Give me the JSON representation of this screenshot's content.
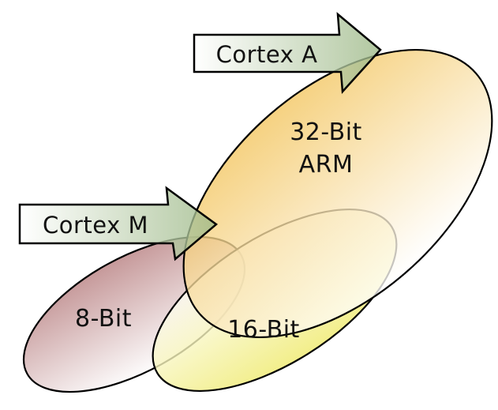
{
  "figure": {
    "background": "#ffffff",
    "outline_color": "#000000",
    "text_color": "#111111",
    "ellipses": [
      {
        "id": "8-bit",
        "label": "8-Bit",
        "color_start": "#c6999a",
        "color_end": "#fdfcfc"
      },
      {
        "id": "16-bit",
        "label": "16-Bit",
        "color_start": "#ffffff",
        "color_end": "#efea6d"
      },
      {
        "id": "32-bit",
        "label_line1": "32-Bit",
        "label_line2": "ARM",
        "color_start": "#f3c55e",
        "color_end": "#ffffff"
      }
    ],
    "arrows": [
      {
        "id": "cortex-a",
        "label": "Cortex A"
      },
      {
        "id": "cortex-m",
        "label": "Cortex M"
      }
    ],
    "arrow_color_start": "#ffffff",
    "arrow_color_end": "#9cb886"
  }
}
